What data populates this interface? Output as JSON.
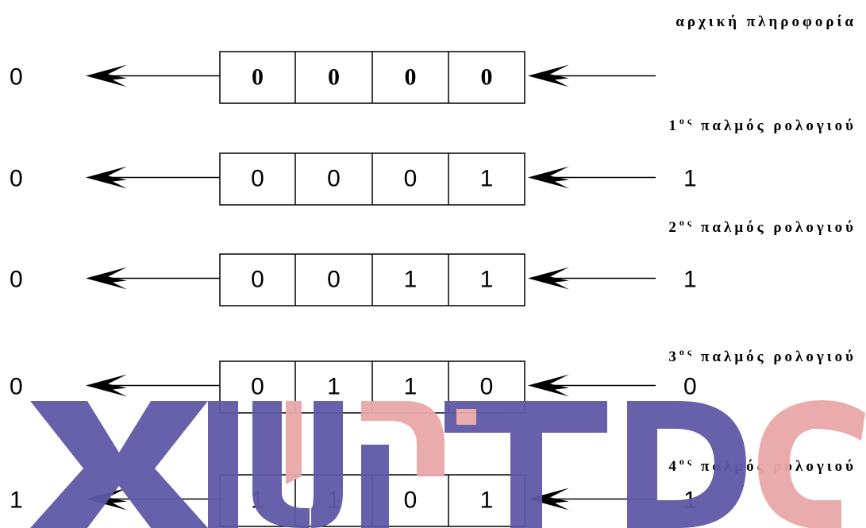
{
  "diagram": {
    "rows": [
      {
        "caption": "αρχική πληροφορία",
        "caption_ordinal": "",
        "caption_sup": "",
        "out_bit": "0",
        "cells": [
          "0",
          "0",
          "0",
          "0"
        ],
        "in_bit": "",
        "bold_cells": true
      },
      {
        "caption": "παλμός ρολογιού",
        "caption_ordinal": "1",
        "caption_sup": "ος",
        "out_bit": "0",
        "cells": [
          "0",
          "0",
          "0",
          "1"
        ],
        "in_bit": "1",
        "bold_cells": false
      },
      {
        "caption": "παλμός ρολογιού",
        "caption_ordinal": "2",
        "caption_sup": "ος",
        "out_bit": "0",
        "cells": [
          "0",
          "0",
          "1",
          "1"
        ],
        "in_bit": "1",
        "bold_cells": false
      },
      {
        "caption": "παλμός ρολογιού",
        "caption_ordinal": "3",
        "caption_sup": "ος",
        "out_bit": "0",
        "cells": [
          "0",
          "1",
          "1",
          "0"
        ],
        "in_bit": "0",
        "bold_cells": false
      },
      {
        "caption": "παλμός ρολογιού",
        "caption_ordinal": "4",
        "caption_sup": "ος",
        "out_bit": "1",
        "cells": [
          "1",
          "1",
          "0",
          "1"
        ],
        "in_bit": "1",
        "bold_cells": false
      }
    ]
  },
  "watermark": {
    "text": "XIUJTDC",
    "colors": {
      "purple": "#5f59a8",
      "pink": "#e8a7a7"
    }
  }
}
